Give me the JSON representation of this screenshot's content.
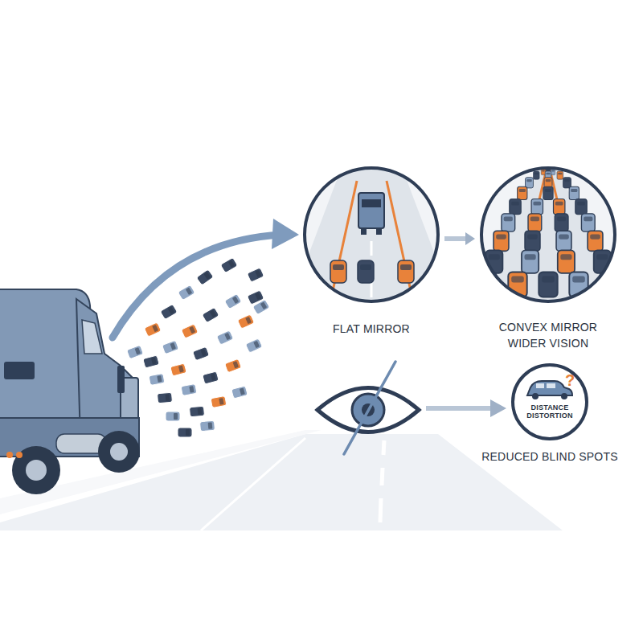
{
  "diagram": {
    "nodes": [
      {
        "text": [
          "FLAT MIRROR"
        ]
      },
      {
        "text": [
          "CONVEX MIRROR WIDER VISION"
        ]
      },
      {
        "text": [
          "DISTANCE DISTORTION",
          "REDUCED BLIND SPOTS"
        ]
      }
    ],
    "edges": [
      {
        "from": 0,
        "to": 1,
        "arrow": "to"
      }
    ],
    "labels": [
      "?"
    ]
  }
}
